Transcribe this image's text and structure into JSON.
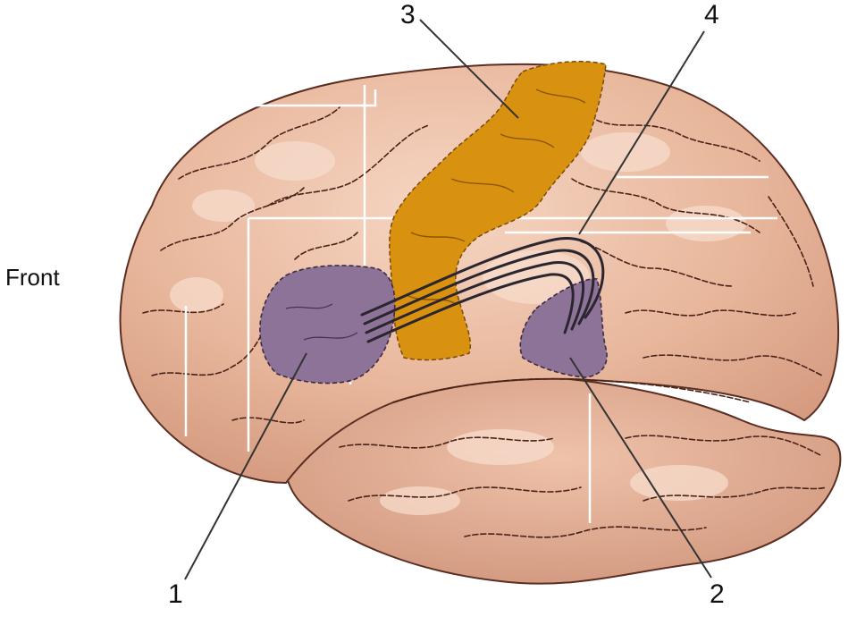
{
  "side_label": "Front",
  "callouts": [
    {
      "id": "1",
      "label": "1"
    },
    {
      "id": "2",
      "label": "2"
    },
    {
      "id": "3",
      "label": "3"
    },
    {
      "id": "4",
      "label": "4"
    }
  ],
  "colors": {
    "brain": "#e8b79c",
    "brain_dark": "#c98f74",
    "outline": "#5a2e22",
    "sulci": "#4a2218",
    "motor_cortex": "#d9920f",
    "language_area": "#8e7398",
    "fibers": "#2b2530",
    "leader": "#333333"
  }
}
